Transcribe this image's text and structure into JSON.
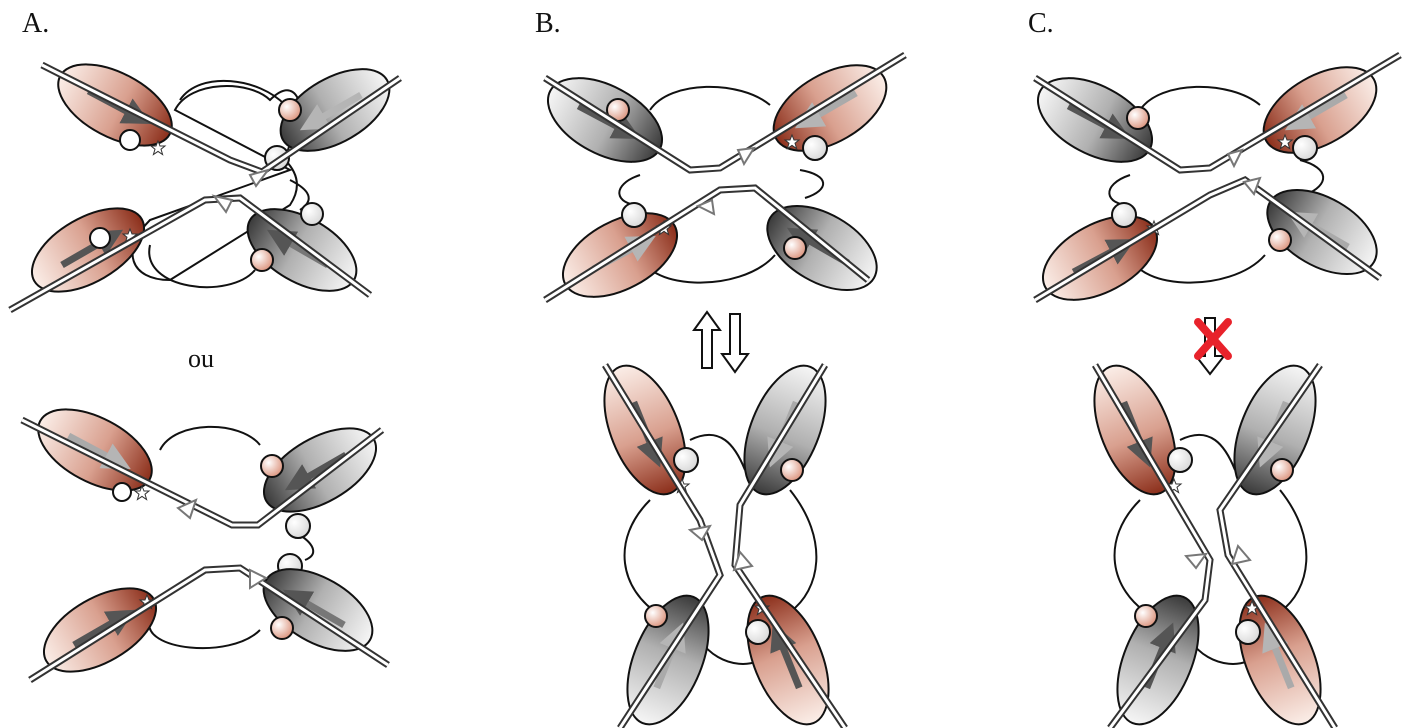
{
  "panels": {
    "a": {
      "label": "A.",
      "connector_text": "ou"
    },
    "b": {
      "label": "B."
    },
    "c": {
      "label": "C."
    }
  },
  "colors": {
    "brown": "#8b2e1a",
    "grey_dark": "#4a4a4a",
    "grey_light": "#b8b8b8",
    "stop_cross": "#e8222b"
  },
  "icons": [
    "double-arrow-equilibrium-icon",
    "down-arrow-blocked-icon",
    "red-cross-icon",
    "star-icon"
  ]
}
